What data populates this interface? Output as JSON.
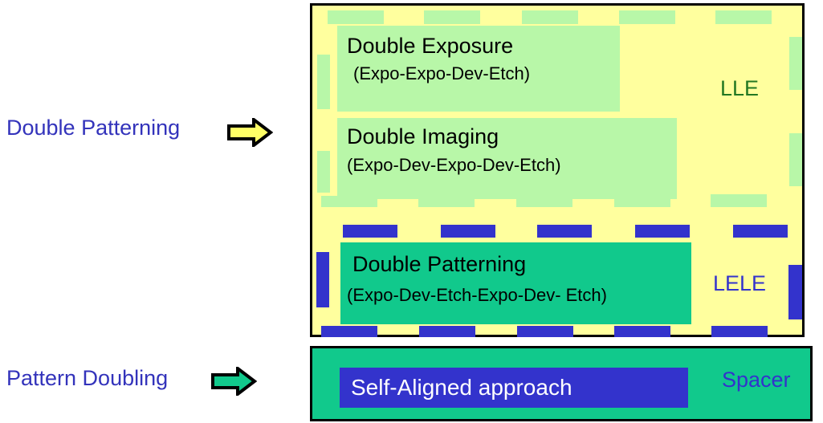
{
  "left_labels": {
    "double_patterning": "Double Patterning",
    "pattern_doubling": "Pattern Doubling"
  },
  "boxes": {
    "double_exposure": {
      "title": "Double Exposure",
      "subtitle": "(Expo-Expo-Dev-Etch)"
    },
    "double_imaging": {
      "title": "Double Imaging",
      "subtitle": "(Expo-Dev-Expo-Dev-Etch)"
    },
    "double_patterning": {
      "title": "Double Patterning",
      "subtitle": "(Expo-Dev-Etch-Expo-Dev- Etch)"
    },
    "self_aligned": {
      "title": "Self-Aligned approach"
    }
  },
  "tags": {
    "lle": "LLE",
    "lele": "LELE",
    "spacer": "Spacer"
  },
  "colors": {
    "label_blue": "#3333bb",
    "frame_yellow": "#ffff9e",
    "light_green": "#b8f7a8",
    "teal": "#11c98c",
    "dark_blue": "#3333cc",
    "arrow_yellow": "#ffff66",
    "lle_green": "#227722"
  },
  "icons": [
    "right-arrow-icon"
  ]
}
